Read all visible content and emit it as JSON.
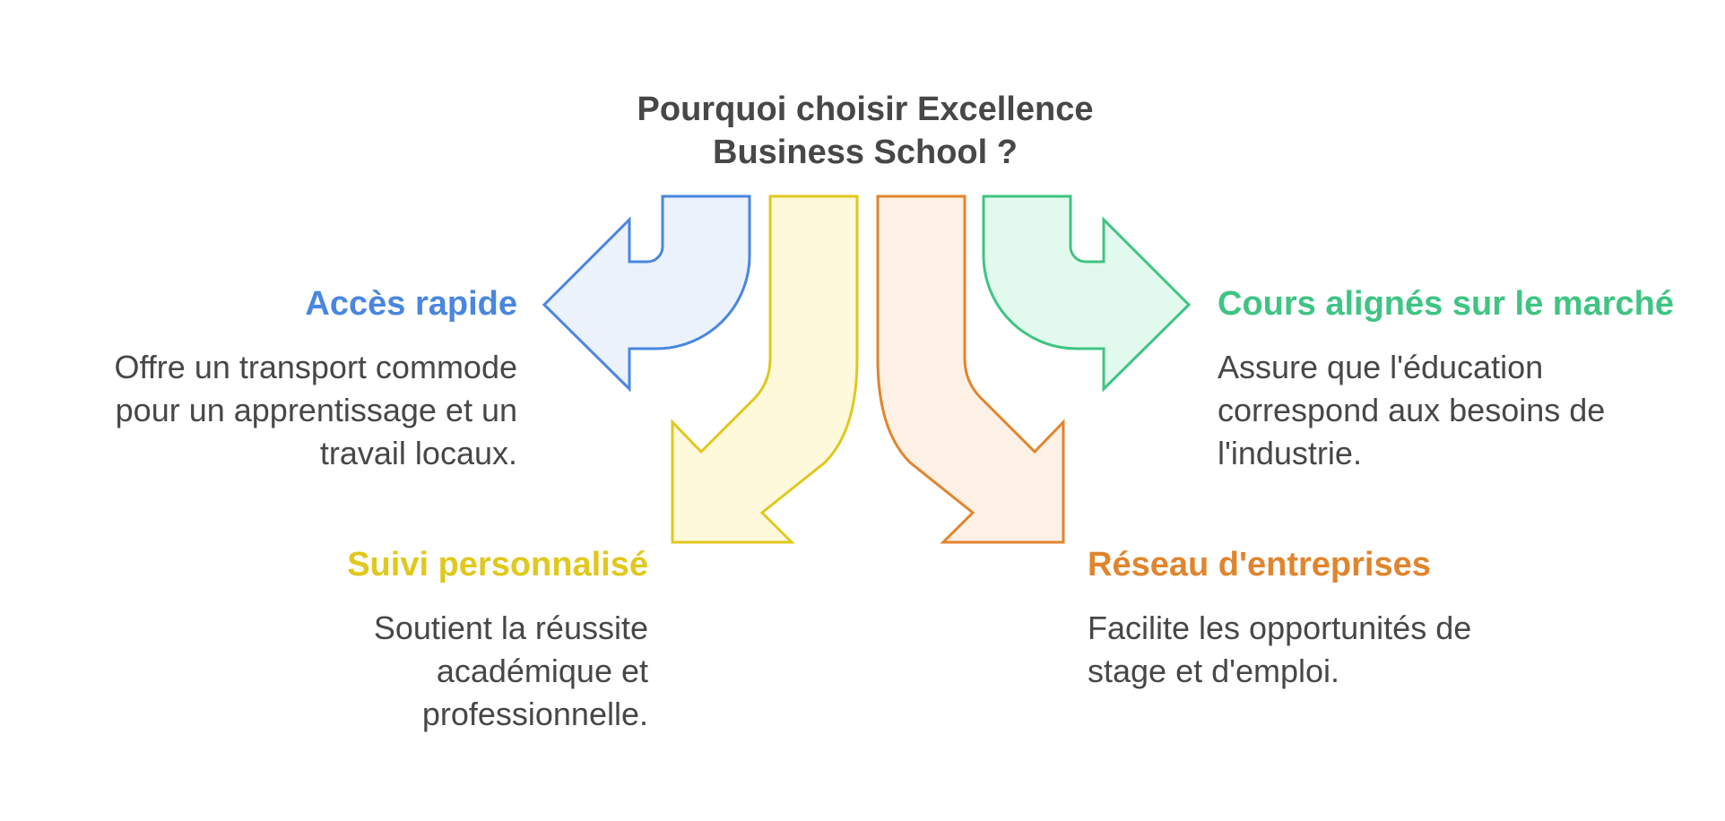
{
  "title": "Pourquoi choisir Excellence Business School ?",
  "items": [
    {
      "heading": "Accès rapide",
      "description": "Offre un transport commode pour un apprentissage et un travail locaux.",
      "color": "#4a86e0",
      "fill": "#ebf2fc",
      "direction": "left"
    },
    {
      "heading": "Suivi personnalisé",
      "description": "Soutient la réussite académique et professionnelle.",
      "color": "#e0c81e",
      "fill": "#fdf9da",
      "direction": "down-left"
    },
    {
      "heading": "Réseau d'entreprises",
      "description": "Facilite les opportunités de stage et d'emploi.",
      "color": "#e0852e",
      "fill": "#fdf0e4",
      "direction": "down-right"
    },
    {
      "heading": "Cours alignés sur le marché",
      "description": "Assure que l'éducation correspond aux besoins de l'industrie.",
      "color": "#3fc483",
      "fill": "#e2f9ee",
      "direction": "right"
    }
  ]
}
